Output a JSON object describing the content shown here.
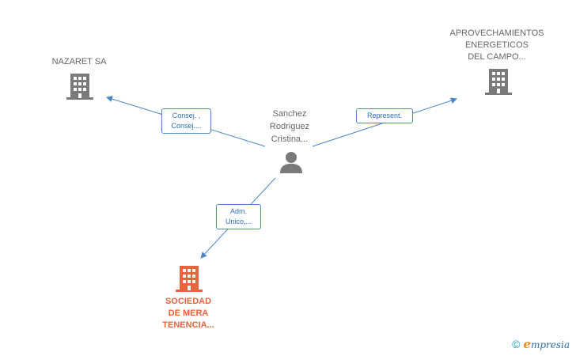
{
  "nodes": {
    "nazaret": {
      "lines": [
        "NAZARET SA"
      ],
      "icon": "building-icon",
      "color": "#666666"
    },
    "aprovechamientos": {
      "lines": [
        "APROVECHAMIENTOS",
        "ENERGETICOS",
        "DEL CAMPO..."
      ],
      "icon": "building-icon",
      "color": "#666666"
    },
    "person": {
      "lines": [
        "Sanchez",
        "Rodriguez",
        "Cristina..."
      ],
      "icon": "person-icon",
      "color": "#666666"
    },
    "sociedad": {
      "lines": [
        "SOCIEDAD",
        "DE MERA",
        "TENENCIA..."
      ],
      "icon": "building-icon",
      "color": "#e8643c"
    }
  },
  "edges": {
    "to_nazaret": {
      "lines": [
        "Consej. ,",
        "Consej...."
      ]
    },
    "to_aprovechamientos": {
      "lines": [
        "Represent."
      ]
    },
    "to_sociedad": {
      "lines": [
        "Adm.",
        "Unico,..."
      ]
    }
  },
  "colors": {
    "edge": "#4a86c8",
    "building": "#7a7a7a",
    "highlight": "#e8643c"
  },
  "footer": {
    "copyright": "©",
    "brand_initial": "e",
    "brand_rest": "mpresia"
  }
}
